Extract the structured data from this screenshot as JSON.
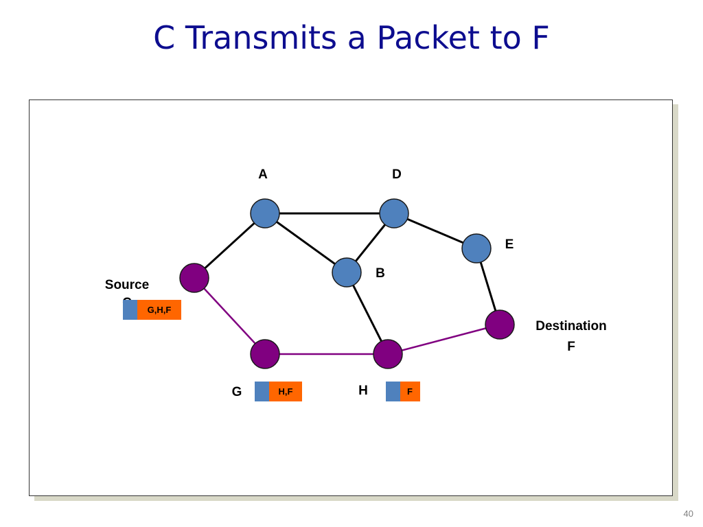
{
  "slide": {
    "title": "C Transmits a Packet to F",
    "page_number": "40"
  },
  "colors": {
    "title": "#0d0d8f",
    "node_blue": "#4f81bd",
    "node_purple": "#800080",
    "edge_black": "#000000",
    "edge_purple": "#800080",
    "header_blue": "#4f81bd",
    "header_orange": "#ff6600"
  },
  "nodes": {
    "A": {
      "label": "A",
      "color": "blue"
    },
    "D": {
      "label": "D",
      "color": "blue"
    },
    "E": {
      "label": "E",
      "color": "blue"
    },
    "B": {
      "label": "B",
      "color": "blue"
    },
    "C": {
      "label": "Source",
      "label2": "C",
      "color": "purple"
    },
    "G": {
      "label": "G",
      "color": "purple"
    },
    "H": {
      "label": "H",
      "color": "purple"
    },
    "F": {
      "label": "Destination",
      "label2": "F",
      "color": "purple"
    }
  },
  "edges": [
    {
      "from": "C",
      "to": "A",
      "style": "black"
    },
    {
      "from": "A",
      "to": "D",
      "style": "black"
    },
    {
      "from": "A",
      "to": "B",
      "style": "black"
    },
    {
      "from": "D",
      "to": "B",
      "style": "black"
    },
    {
      "from": "D",
      "to": "E",
      "style": "black"
    },
    {
      "from": "E",
      "to": "F",
      "style": "black"
    },
    {
      "from": "B",
      "to": "H",
      "style": "black"
    },
    {
      "from": "C",
      "to": "G",
      "style": "purple"
    },
    {
      "from": "G",
      "to": "H",
      "style": "purple"
    },
    {
      "from": "H",
      "to": "F",
      "style": "purple"
    }
  ],
  "packets": {
    "at_C": {
      "route": "G,H,F"
    },
    "at_G": {
      "route": "H,F"
    },
    "at_H": {
      "route": "F"
    }
  }
}
